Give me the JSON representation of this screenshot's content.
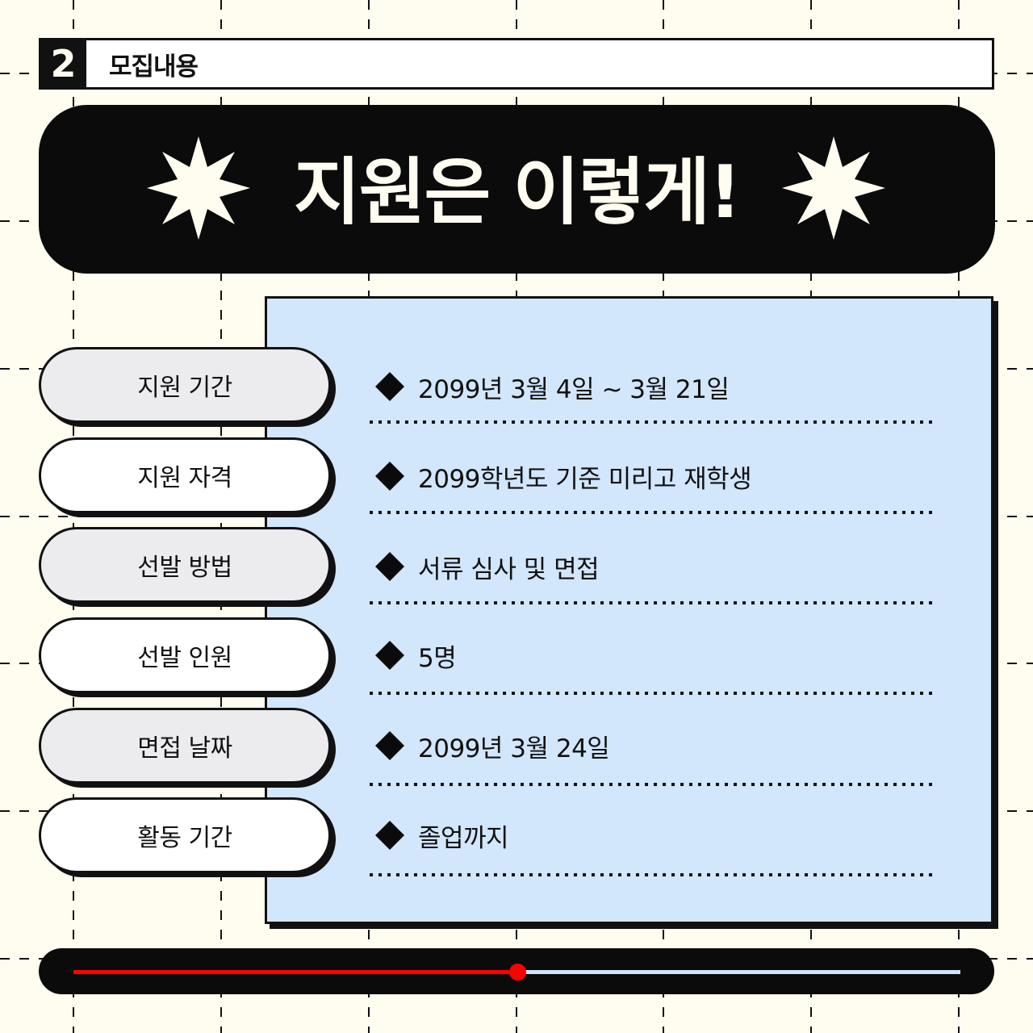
{
  "header": {
    "section_number": "2",
    "section_title": "모집내용"
  },
  "banner": {
    "title": "지원은 이렇게!",
    "left_icon": "eight-point-star-icon",
    "right_icon": "eight-point-star-icon"
  },
  "rows": [
    {
      "label": "지원 기간",
      "value": "2099년 3월 4일 ~ 3월 21일"
    },
    {
      "label": "지원 자격",
      "value": "2099학년도 기준 미리고 재학생"
    },
    {
      "label": "선발 방법",
      "value": "서류 심사 및 면접"
    },
    {
      "label": "선발 인원",
      "value": "5명"
    },
    {
      "label": "면접 날짜",
      "value": "2099년 3월 24일"
    },
    {
      "label": "활동 기간",
      "value": "졸업까지"
    }
  ],
  "progress": {
    "percent": 50,
    "fill_color": "#ff0000",
    "track_color": "#cfe3fb"
  },
  "colors": {
    "background": "#fffcf0",
    "panel": "#d2e6fc",
    "label_alt": "#ececef",
    "label_plain": "#ffffff",
    "ink": "#111111"
  }
}
